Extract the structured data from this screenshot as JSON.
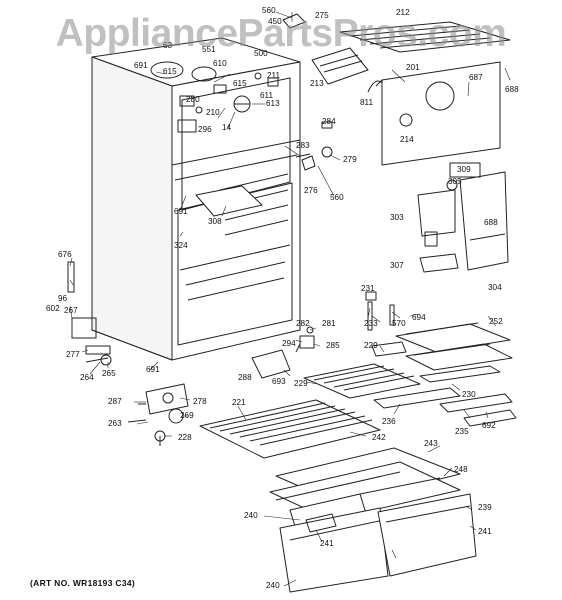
{
  "watermark": "AppliancePartsPros.com",
  "art_number": "(ART NO. WR18193 C34)",
  "callouts": [
    "560",
    "450",
    "275",
    "212",
    "691",
    "63",
    "551",
    "615",
    "610",
    "500",
    "211",
    "213",
    "201",
    "687",
    "688",
    "280",
    "615",
    "611",
    "613",
    "210",
    "296",
    "14",
    "811",
    "284",
    "214",
    "283",
    "279",
    "309",
    "305",
    "691",
    "276",
    "560",
    "308",
    "303",
    "324",
    "688",
    "676",
    "96",
    "602",
    "267",
    "307",
    "304",
    "231",
    "233",
    "570",
    "694",
    "252",
    "277",
    "264",
    "265",
    "691",
    "282",
    "281",
    "294",
    "285",
    "229",
    "288",
    "693",
    "229",
    "230",
    "236",
    "235",
    "692",
    "287",
    "278",
    "269",
    "263",
    "228",
    "221",
    "242",
    "243",
    "248",
    "240",
    "239",
    "241",
    "240",
    "241"
  ]
}
